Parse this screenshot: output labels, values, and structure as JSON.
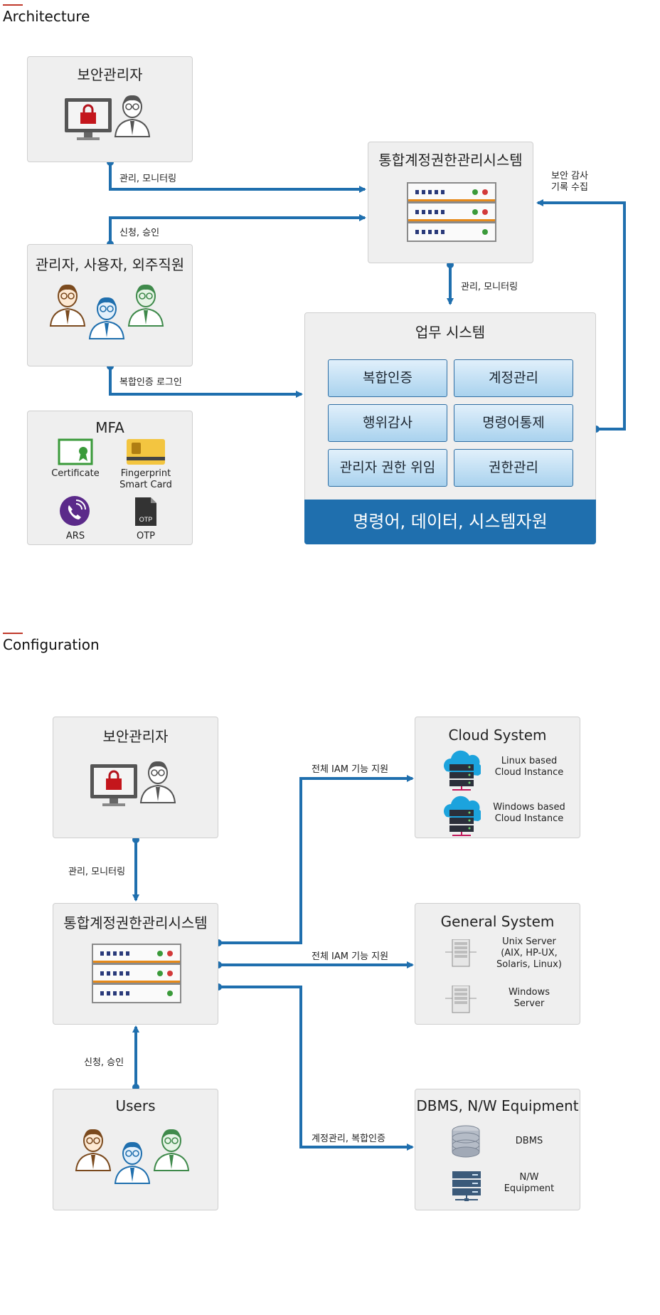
{
  "architecture": {
    "title": "Architecture",
    "security_admin": "보안관리자",
    "iam_system": "통합계정권한관리시스템",
    "users_box": "관리자, 사용자, 외주직원",
    "business_system": "업무 시스템",
    "resources_bar": "명령어, 데이터, 시스템자원",
    "modules": [
      "복합인증",
      "계정관리",
      "행위감사",
      "명령어통제",
      "관리자 권한 위임",
      "권한관리"
    ],
    "mfa": {
      "title": "MFA",
      "items": [
        "Certificate",
        "Fingerprint\nSmart Card",
        "ARS",
        "OTP"
      ],
      "otp_icon_text": "OTP"
    },
    "arrows": {
      "manage_monitor": "관리, 모니터링",
      "request_approve": "신청, 승인",
      "manage_monitor_2": "관리, 모니터링",
      "mfa_login": "복합인증 로그인",
      "audit_collect": "보안 감사\n기록 수집"
    }
  },
  "configuration": {
    "title": "Configuration",
    "security_admin": "보안관리자",
    "iam_system": "통합계정권한관리시스템",
    "users": "Users",
    "cloud": {
      "title": "Cloud System",
      "items": [
        "Linux based\nCloud Instance",
        "Windows based\nCloud Instance"
      ]
    },
    "general": {
      "title": "General System",
      "items": [
        "Unix Server\n(AIX, HP-UX,\nSolaris, Linux)",
        "Windows\nServer"
      ]
    },
    "dbms": {
      "title": "DBMS, N/W Equipment",
      "items": [
        "DBMS",
        "N/W\nEquipment"
      ]
    },
    "arrows": {
      "manage_monitor": "관리, 모니터링",
      "request_approve": "신청, 승인",
      "full_iam_1": "전체 IAM 기능 지원",
      "full_iam_2": "전체 IAM 기능 지원",
      "account_mfa": "계정관리, 복합인증"
    }
  },
  "colors": {
    "arrow": "#1f6fae",
    "accent_red": "#c0392b",
    "box_bg": "#efefef"
  }
}
